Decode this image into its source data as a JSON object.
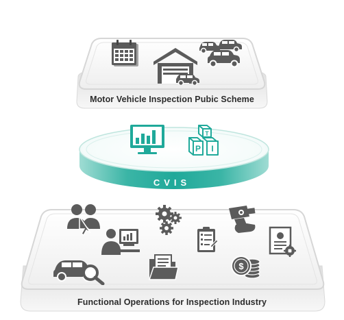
{
  "top_panel": {
    "label": "Motor Vehicle Inspection Pubic Scheme",
    "icons": [
      "calendar-icon",
      "garage-icon",
      "cars-icon"
    ]
  },
  "middle_disc": {
    "label": "CVIS",
    "block_letters": [
      "T",
      "P",
      "I"
    ],
    "icons": [
      "monitor-chart-icon",
      "tpi-blocks-icon"
    ],
    "accent": "#1fa99a"
  },
  "bottom_panel": {
    "label": "Functional Operations for Inspection Industry",
    "icons": [
      "users-pointer-icon",
      "gears-icon",
      "camera-icon",
      "person-computer-icon",
      "clipboard-icon",
      "certificate-icon",
      "car-search-icon",
      "folder-icon",
      "coins-icon"
    ]
  },
  "colors": {
    "icon_gray": "#5b5b5b",
    "panel_gray": "#e8e8e8",
    "teal": "#2bb3a3"
  }
}
